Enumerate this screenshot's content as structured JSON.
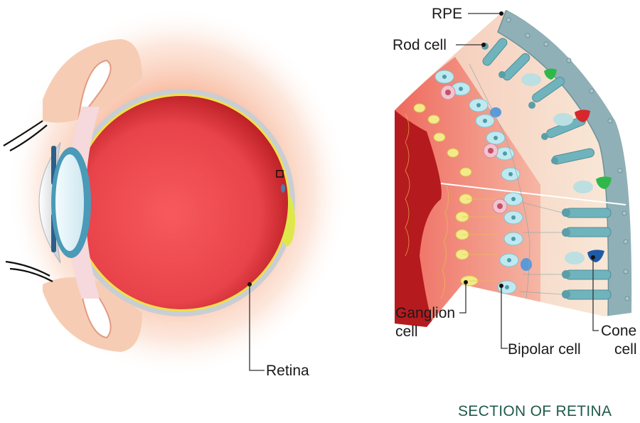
{
  "figure": {
    "title": "SECTION OF RETINA",
    "title_color": "#1f5a4a"
  },
  "eye": {
    "labels": {
      "retina": "Retina"
    },
    "colors": {
      "vitreous": "#e8434a",
      "vitreous_dark": "#b51a1e",
      "sclera": "#c9ced3",
      "retina_layer": "#f2e04a",
      "macula": "#dfe84a",
      "lens": "#d9eef5",
      "lens_edge": "#4a9ab8",
      "iris": "#2f5e88",
      "eyelid": "#f6cdb4",
      "glow": "#f9c6ad"
    }
  },
  "section": {
    "labels": {
      "rpe": "RPE",
      "rod_cell": "Rod cell",
      "ganglion_cell_line1": "Ganglion",
      "ganglion_cell_line2": "cell",
      "bipolar_cell": "Bipolar cell",
      "cone_cell_line1": "Cone",
      "cone_cell_line2": "cell"
    },
    "colors": {
      "rpe": "#8fb0b6",
      "rod": "#6fb3bd",
      "bipolar": "#bfe9f0",
      "ganglion": "#f3ea8a",
      "inner_layer": "#ef7a6a",
      "outer_layer": "#f7dccb",
      "vitreous_edge": "#b51a1e",
      "cone_green": "#2fb84a",
      "cone_red": "#d7262c",
      "cone_blue": "#1f5aa8",
      "amacrine_pink": "#f3c4cf",
      "horizontal_blue": "#5a9ad8"
    }
  }
}
